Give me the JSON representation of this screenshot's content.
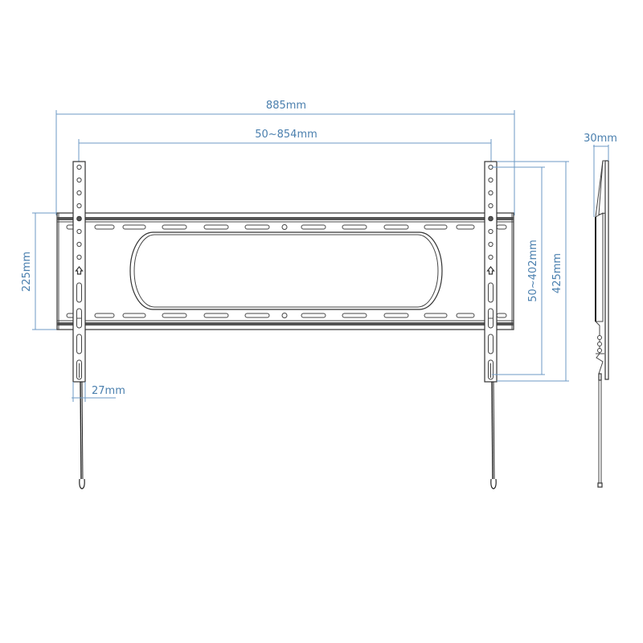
{
  "diagram": {
    "subject": "TV wall mount bracket (front and side view)",
    "dimensions": {
      "overall_width": "885mm",
      "vesa_horizontal": "50~854mm",
      "plate_height": "225mm",
      "vesa_vertical": "50~402mm",
      "arm_height": "425mm",
      "arm_width": "27mm",
      "profile_depth": "30mm"
    },
    "colors": {
      "dimension": "#4a7fae",
      "outline": "#333333",
      "background": "#ffffff"
    },
    "views": [
      {
        "name": "front-view",
        "components": [
          "wall-plate",
          "left-vertical-arm",
          "right-vertical-arm",
          "center-cutout",
          "safety-cords"
        ]
      },
      {
        "name": "side-view",
        "components": [
          "profile",
          "depth-dimension"
        ]
      }
    ]
  }
}
